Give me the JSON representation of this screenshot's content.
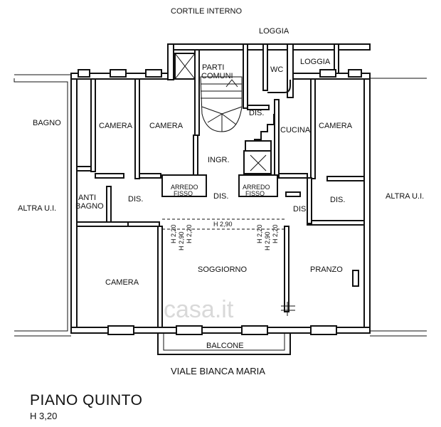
{
  "labels": {
    "cortile": "CORTILE INTERNO",
    "loggia_top": "LOGGIA",
    "loggia_right": "LOGGIA",
    "parti": "PARTI",
    "comuni": "COMUNI",
    "wc": "WC",
    "dis_top": "DIS.",
    "bagno": "BAGNO",
    "camera_1": "CAMERA",
    "camera_2": "CAMERA",
    "cucina": "CUCINA",
    "camera_3": "CAMERA",
    "ingr": "INGR.",
    "anti": "ANTI",
    "bagno_small": "BAGNO",
    "dis_left": "DIS.",
    "arredo_1a": "ARREDO",
    "arredo_1b": "FISSO",
    "dis_center": "DIS.",
    "arredo_2a": "ARREDO",
    "arredo_2b": "FISSO",
    "dis_right": "DIS.",
    "dis_far_right": "DIS.",
    "altra_left": "ALTRA U.I.",
    "altra_right": "ALTRA U.I.",
    "camera_4": "CAMERA",
    "soggiorno": "SOGGIORNO",
    "pranzo": "PRANZO",
    "balcone": "BALCONE",
    "street": "VIALE BIANCA MARIA"
  },
  "heights": {
    "h290_top": "H 2,90",
    "h220_a": "H 2,20",
    "h290_a": "H 2,90",
    "h220_b": "H 2,20",
    "h220_c": "H 2,20",
    "h290_b": "H 2,90",
    "h220_d": "H 2,20"
  },
  "watermark": "casa.it",
  "title": "PIANO QUINTO",
  "floor_height": "H 3,20"
}
